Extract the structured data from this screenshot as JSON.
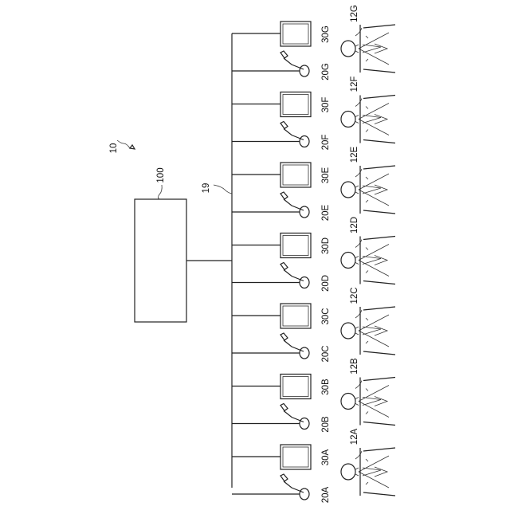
{
  "figure": {
    "system_ref": "10",
    "controller_ref": "100",
    "bus_ref": "19"
  },
  "units": [
    {
      "person": "12G",
      "microphone": "20G",
      "terminal": "30G"
    },
    {
      "person": "12F",
      "microphone": "20F",
      "terminal": "30F"
    },
    {
      "person": "12E",
      "microphone": "20E",
      "terminal": "30E"
    },
    {
      "person": "12D",
      "microphone": "20D",
      "terminal": "30D"
    },
    {
      "person": "12C",
      "microphone": "20C",
      "terminal": "30C"
    },
    {
      "person": "12B",
      "microphone": "20B",
      "terminal": "30B"
    },
    {
      "person": "12A",
      "microphone": "20A",
      "terminal": "30A"
    }
  ]
}
